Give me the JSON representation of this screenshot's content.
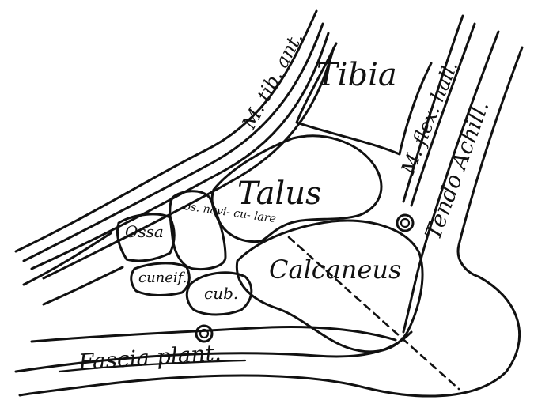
{
  "labels": {
    "tibialis_anterior": "M. tib. ant.",
    "tibia": "Tibia",
    "flexor_hallucis": "M. flex. hall.",
    "tendo_achillis": "Tendo Achill.",
    "talus": "Talus",
    "os_naviculare": "os. navi- cu- lare",
    "ossa_cuneiformia": "Ossa",
    "cuneif": "cuneif.",
    "cuboideum": "cub.",
    "calcaneus": "Calcaneus",
    "fascia_plantaris": "Fascia plant."
  },
  "colors": {
    "ink": "#111111",
    "paper": "#ffffff"
  }
}
